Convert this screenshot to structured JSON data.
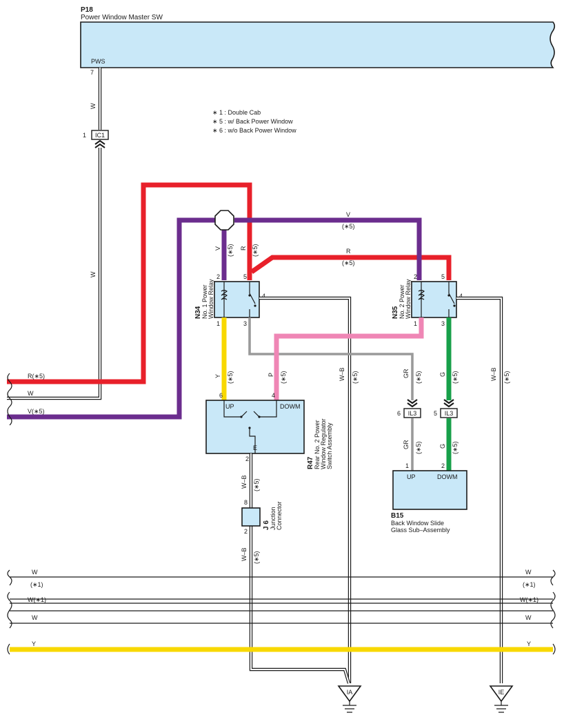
{
  "master_switch": {
    "code": "P18",
    "name": "Power Window Master SW",
    "terminal": "PWS",
    "pin": "7"
  },
  "notes": [
    "∗ 1 : Double Cab",
    "∗ 5 : w/ Back Power Window",
    "∗ 6 : w/o Back Power Window"
  ],
  "connector_ic1": {
    "label": "IC1",
    "pin": "1"
  },
  "relay_n34": {
    "code": "N34",
    "name_line1": "No. 1 Power",
    "name_line2": "Window Relay",
    "pin_2": "2",
    "pin_5": "5",
    "pin_4": "4",
    "pin_1": "1",
    "pin_3": "3"
  },
  "relay_n35": {
    "code": "N35",
    "name_line1": "No. 2 Power",
    "name_line2": "Window Relay",
    "pin_2": "2",
    "pin_5": "5",
    "pin_4": "4",
    "pin_1": "1",
    "pin_3": "3"
  },
  "switch_r47": {
    "code": "R47",
    "name_line1": "Rear No. 2 Power",
    "name_line2": "Window Regulator",
    "name_line3": "Switch Assembly",
    "up": "UP",
    "down": "DOWM",
    "e": "E",
    "pin_6": "6",
    "pin_4": "4",
    "pin_2": "2"
  },
  "junction_j6": {
    "code": "J 6",
    "name_line1": "Junction",
    "name_line2": "Connector",
    "pin_top": "8",
    "pin_bottom": "2"
  },
  "connector_il3": {
    "label": "IL3",
    "pin_gr": "6",
    "pin_g": "5"
  },
  "assembly_b15": {
    "code": "B15",
    "name_line1": "Back Window Slide",
    "name_line2": "Glass Sub–Assembly",
    "up": "UP",
    "down": "DOWM",
    "pin_1": "1",
    "pin_2": "2"
  },
  "grounds": {
    "left": "IA",
    "right": "IE"
  },
  "wires": {
    "w": "W",
    "v": "V",
    "r": "R",
    "y": "Y",
    "p": "P",
    "gr": "GR",
    "g": "G",
    "wb": "W–B",
    "r5": "R(∗5)",
    "v5": "V(∗5)",
    "w1": "W(∗1)",
    "n5": "(∗5)",
    "n1": "(∗1)"
  },
  "colors": {
    "box_fill": "#c9e8f8",
    "red": "#e8202a",
    "purple": "#6b2d8e",
    "yellow": "#f8d800",
    "pink": "#ef86b5",
    "gray": "#9a9a9a",
    "green": "#18a04a"
  }
}
